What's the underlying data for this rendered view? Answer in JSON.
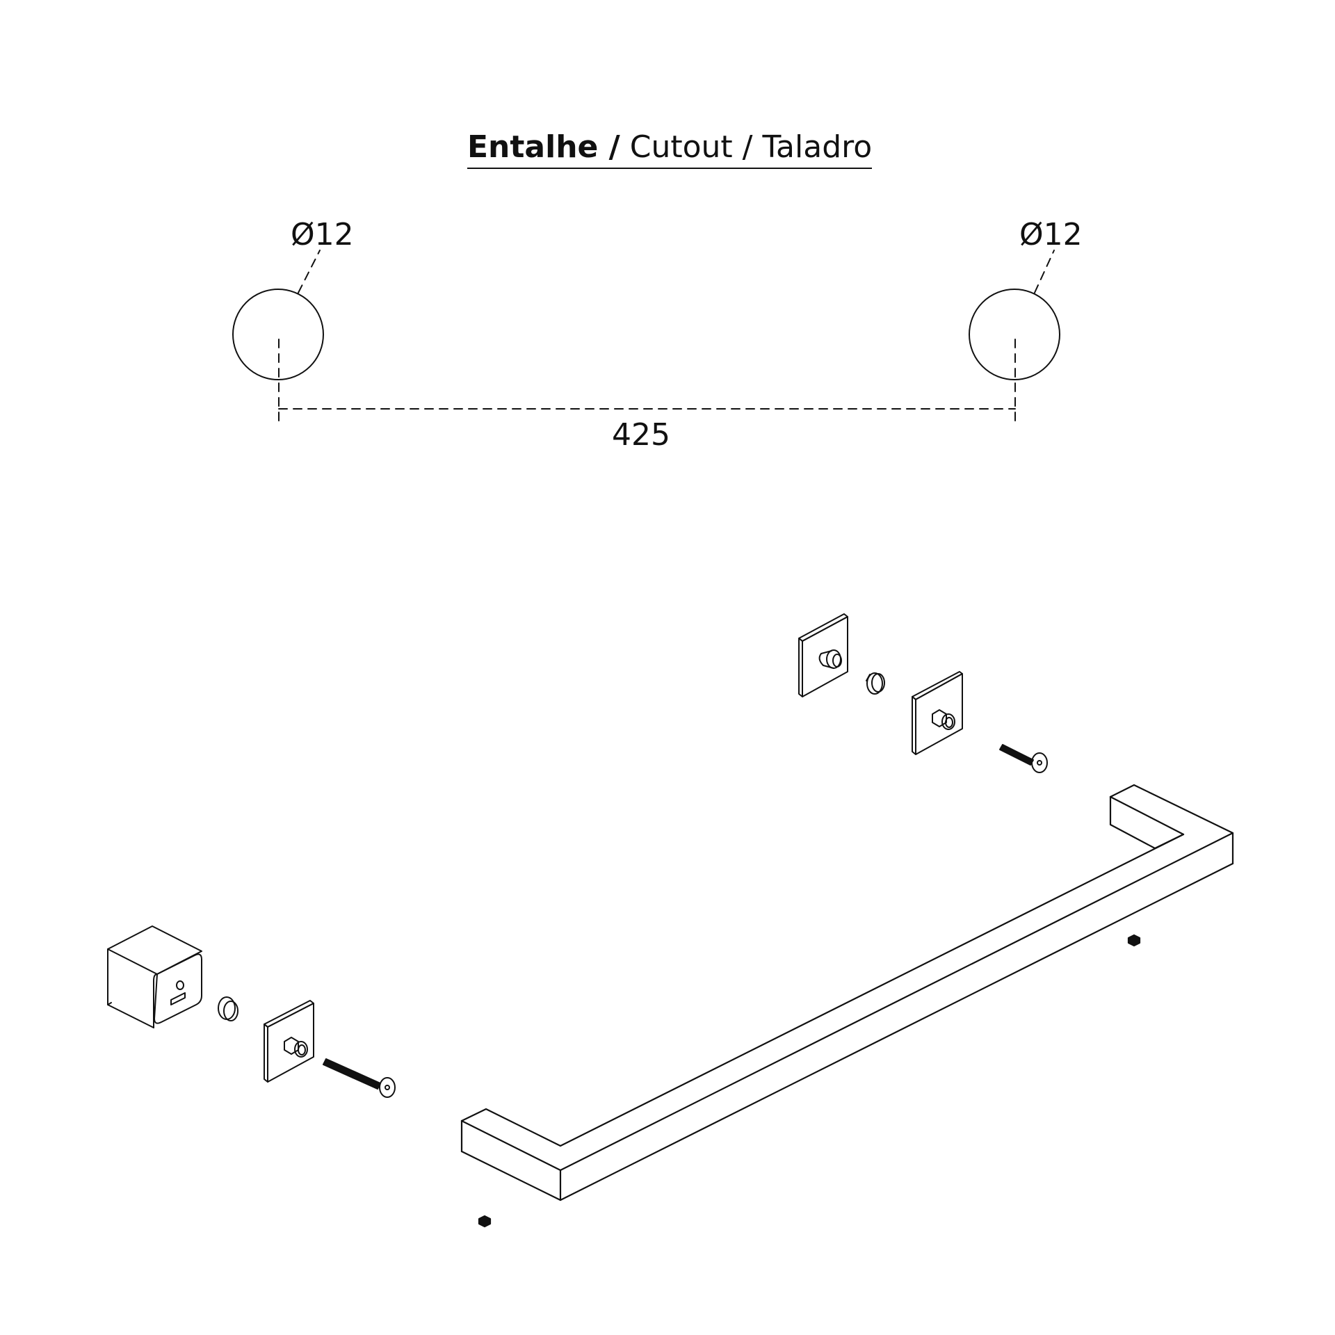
{
  "title": {
    "bold": "Entalhe /",
    "regular": "Cutout / Taladro"
  },
  "cutout": {
    "left_hole_label": "Ø12",
    "right_hole_label": "Ø12",
    "spacing_label": "425"
  },
  "colors": {
    "line": "#111111",
    "background": "#ffffff"
  }
}
